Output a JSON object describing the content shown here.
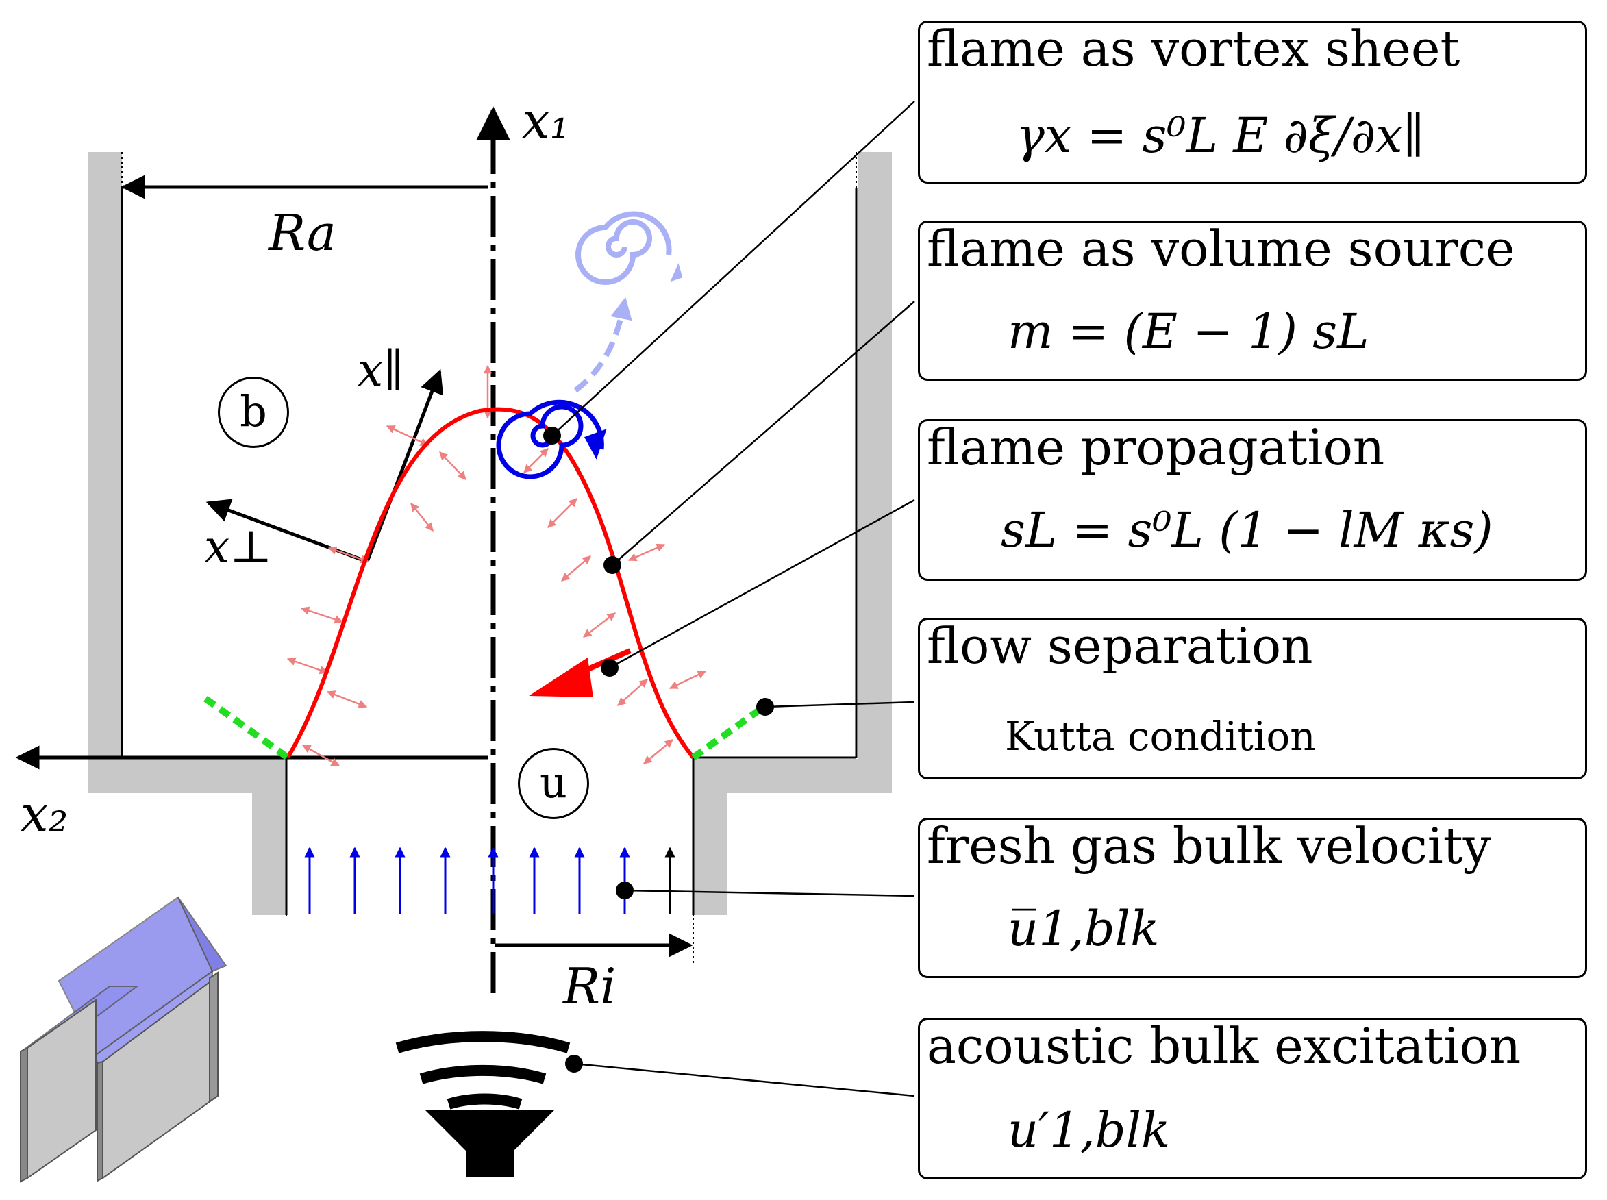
{
  "axes": {
    "x1": "x₁",
    "x2": "x₂",
    "x_par": "x∥",
    "x_perp": "x⊥",
    "Ra": "Ra",
    "Ri": "Ri"
  },
  "regions": {
    "burnt": "b",
    "unburnt": "u"
  },
  "boxes": [
    {
      "title": "flame as vortex sheet",
      "eq": "γx = s⁰L E ∂ξ/∂x∥"
    },
    {
      "title": "flame as volume source",
      "eq": "m = (E − 1) sL"
    },
    {
      "title": "flame propagation",
      "eq": "sL = s⁰L (1 − lM κs)"
    },
    {
      "title": "flow separation",
      "eq": "Kutta condition"
    },
    {
      "title": "fresh gas bulk velocity",
      "eq": "u̅1,blk"
    },
    {
      "title": "acoustic bulk excitation",
      "eq": "u′1,blk"
    }
  ],
  "colors": {
    "wall": "#c8c8c8",
    "flame": "#ff0000",
    "flame_normals": "#f08080",
    "vortex": "#0000e6",
    "vortex_faded": "#aab0f5",
    "inflow": "#0000e6",
    "kutta": "#22dd22"
  },
  "icons": [
    "speaker-icon",
    "burner-3d-icon"
  ]
}
